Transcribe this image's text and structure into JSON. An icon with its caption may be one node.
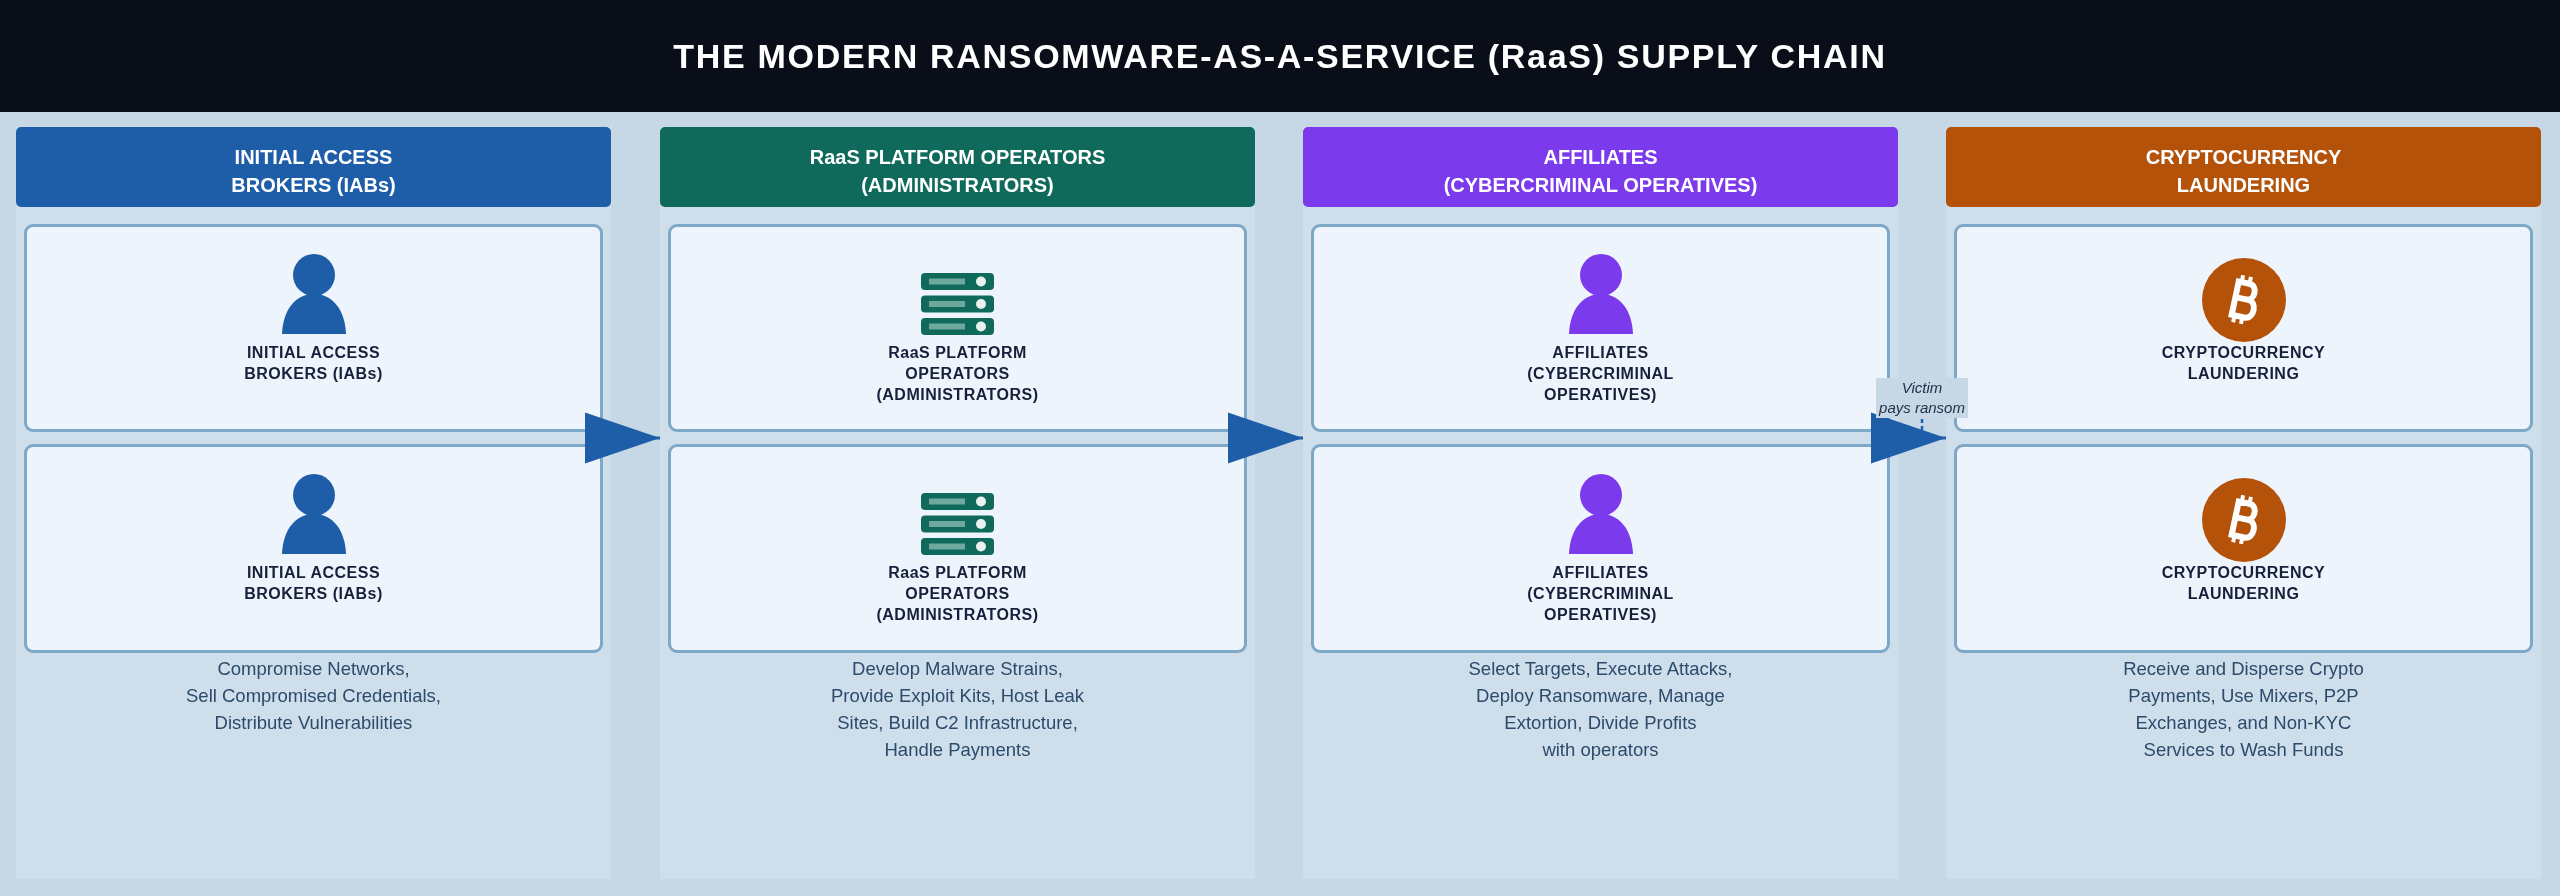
{
  "diagram": {
    "title": "THE MODERN RANSOMWARE-AS-A-SERVICE (RaaS) SUPPLY CHAIN",
    "nodes": [
      {
        "text": [
          "INITIAL ACCESS BROKERS (IABs)",
          "Compromise Networks, Sell Compromised Credentials, Distribute Vulnerabilities"
        ]
      },
      {
        "text": [
          "INITIAL ACCESS BROKERS (IABs)"
        ],
        "in": 0
      },
      {
        "text": [
          "INITIAL ACCESS BROKERS (IABs)"
        ],
        "in": 0
      },
      {
        "text": [
          "RaaS PLATFORM OPERATORS (ADMINISTRATORS)",
          "Develop Malware Strains, Provide Exploit Kits, Host Leak Sites, Build C2 Infrastructure, Handle Payments"
        ]
      },
      {
        "text": [
          "RaaS PLATFORM OPERATORS (ADMINISTRATORS)"
        ],
        "in": 3
      },
      {
        "text": [
          "RaaS PLATFORM OPERATORS (ADMINISTRATORS)"
        ],
        "in": 3
      },
      {
        "text": [
          "AFFILIATES (CYBERCRIMINAL OPERATIVES)",
          "Select Targets, Execute Attacks, Deploy Ransomware, Manage Extortion, Divide Profits with operators"
        ]
      },
      {
        "text": [
          "AFFILIATES (CYBERCRIMINAL OPERATIVES)"
        ],
        "in": 6
      },
      {
        "text": [
          "AFFILIATES (CYBERCRIMINAL OPERATIVES)"
        ],
        "in": 6
      },
      {
        "text": [
          "CRYPTOCURRENCY LAUNDERING",
          "Receive and Disperse Crypto Payments, Use Mixers, P2P Exchanges, and Non-KYC Services to Wash Funds"
        ]
      },
      {
        "text": [
          "CRYPTOCURRENCY LAUNDERING"
        ],
        "in": 9
      },
      {
        "text": [
          "CRYPTOCURRENCY LAUNDERING"
        ],
        "in": 9
      }
    ],
    "edges": [
      {
        "from": 0,
        "to": 3,
        "arrow": "to"
      },
      {
        "from": 3,
        "to": 6,
        "arrow": "to"
      },
      {
        "from": 6,
        "to": 9,
        "arrow": "to",
        "label": "Victim pays ransom"
      }
    ]
  }
}
